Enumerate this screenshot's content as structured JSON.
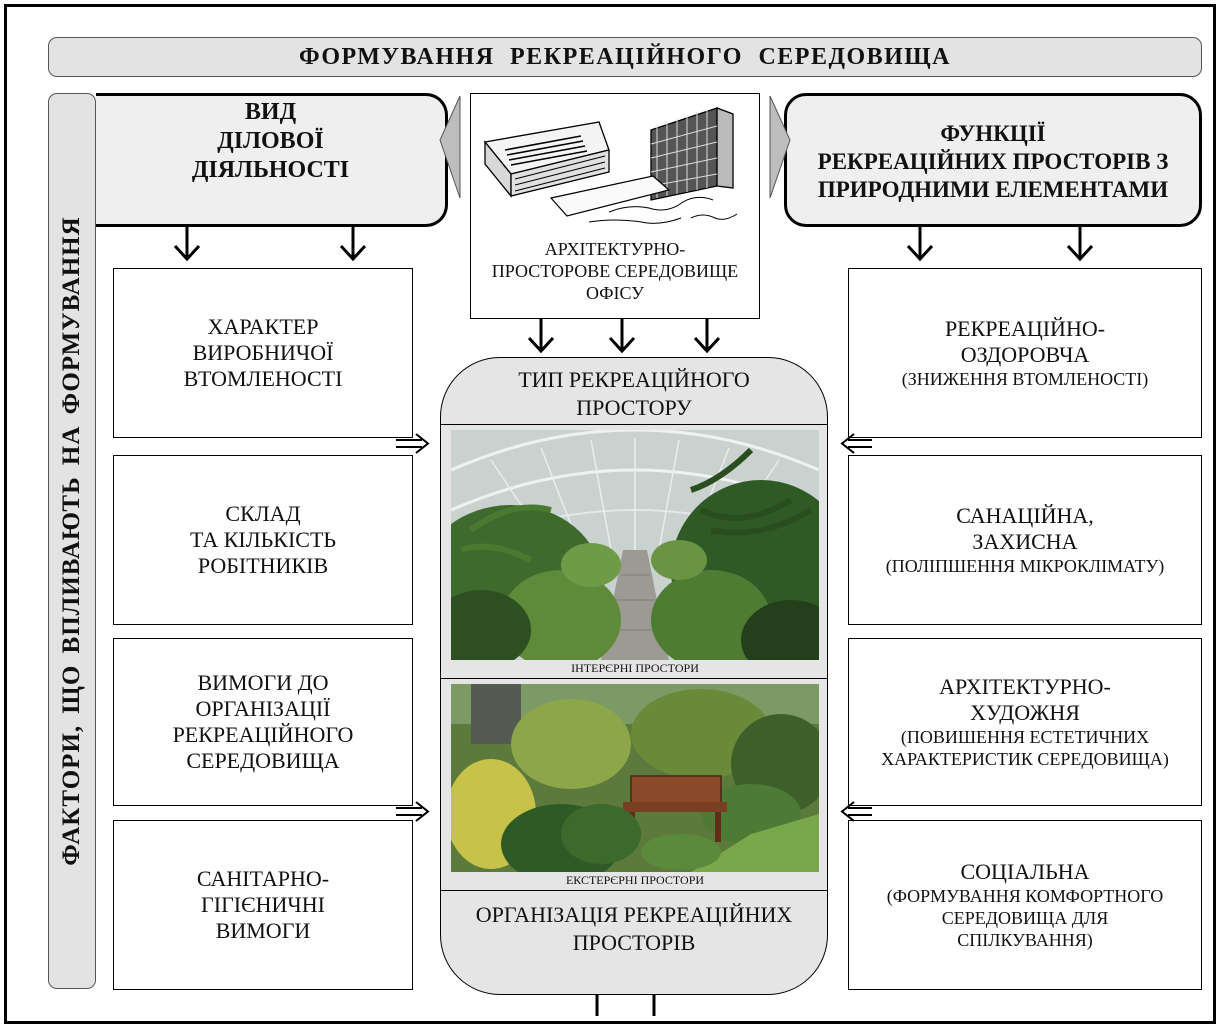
{
  "banner": "ФОРМУВАННЯ  РЕКРЕАЦІЙНОГО  СЕРЕДОВИЩА",
  "side_label": "ФАКТОРИ, ЩО ВПЛИВАЮТЬ НА ФОРМУВАННЯ",
  "left_header": {
    "lines": [
      "ВИД",
      "ДІЛОВОЇ",
      "ДІЯЛЬНОСТІ"
    ]
  },
  "right_header": {
    "lines": [
      "ФУНКЦІЇ",
      "РЕКРЕАЦІЙНИХ ПРОСТОРІВ З",
      "ПРИРОДНИМИ ЕЛЕМЕНТАМИ"
    ]
  },
  "center_top": {
    "lines": [
      "АРХІТЕКТУРНО-",
      "ПРОСТОРОВЕ СЕРЕДОВИЩЕ",
      "ОФІСУ"
    ]
  },
  "left_factors": [
    {
      "lines": [
        "ХАРАКТЕР",
        "ВИРОБНИЧОЇ",
        "ВТОМЛЕНОСТІ"
      ]
    },
    {
      "lines": [
        "СКЛАД",
        "ТА КІЛЬКІСТЬ",
        "РОБІТНИКІВ"
      ]
    },
    {
      "lines": [
        "ВИМОГИ ДО",
        "ОРГАНІЗАЦІЇ",
        "РЕКРЕАЦІЙНОГО",
        "СЕРЕДОВИЩА"
      ]
    },
    {
      "lines": [
        "САНІТАРНО-",
        "ГІГІЄНИЧНІ",
        "ВИМОГИ"
      ]
    }
  ],
  "right_functions": [
    {
      "title": [
        "РЕКРЕАЦІЙНО-",
        "ОЗДОРОВЧА"
      ],
      "sub": [
        "(ЗНИЖЕННЯ ВТОМЛЕНОСТІ)"
      ]
    },
    {
      "title": [
        "САНАЦІЙНА,",
        "ЗАХИСНА"
      ],
      "sub": [
        "(ПОЛІПШЕННЯ МІКРОКЛІМАТУ)"
      ]
    },
    {
      "title": [
        "АРХІТЕКТУРНО-",
        "ХУДОЖНЯ"
      ],
      "sub": [
        "(ПОВИШЕННЯ ЕСТЕТИЧНИХ",
        "ХАРАКТЕРИСТИК СЕРЕДОВИЩА)"
      ]
    },
    {
      "title": [
        "СОЦІАЛЬНА"
      ],
      "sub": [
        "(ФОРМУВАННЯ КОМФОРТНОГО",
        "СЕРЕДОВИЩА ДЛЯ",
        "СПІЛКУВАННЯ)"
      ]
    }
  ],
  "center_capsule": {
    "title_lines": [
      "ТИП РЕКРЕАЦІЙНОГО",
      "ПРОСТОРУ"
    ],
    "interior_caption": "ІНТЕРЄРНІ ПРОСТОРИ",
    "exterior_caption": "ЕКСТЕРЄРНІ ПРОСТОРИ",
    "bottom_lines": [
      "ОРГАНІЗАЦІЯ РЕКРЕАЦІЙНИХ",
      "ПРОСТОРІВ"
    ]
  }
}
